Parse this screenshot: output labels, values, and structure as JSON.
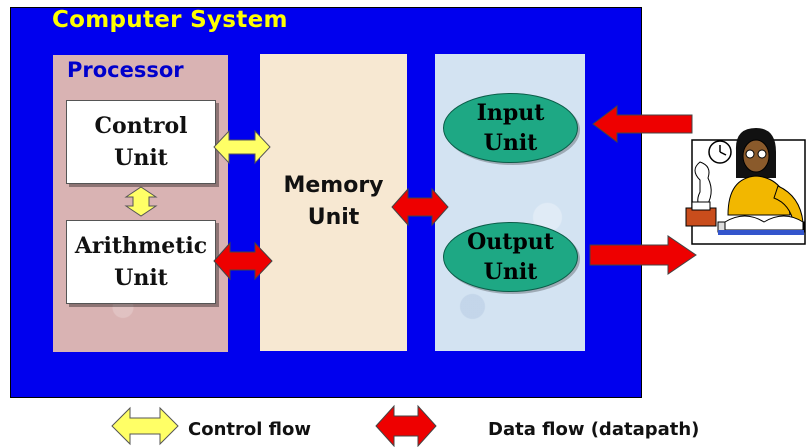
{
  "system": {
    "title": "Computer System"
  },
  "processor": {
    "title": "Processor",
    "control_unit": [
      "Control",
      "Unit"
    ],
    "arithmetic_unit": [
      "Arithmetic",
      "Unit"
    ]
  },
  "memory": {
    "label": [
      "Memory",
      "Unit"
    ]
  },
  "io": {
    "input_unit": [
      "Input",
      "Unit"
    ],
    "output_unit": [
      "Output",
      "Unit"
    ]
  },
  "legend": {
    "control_flow": "Control flow",
    "data_flow": "Data flow (datapath)"
  },
  "colors": {
    "system_bg": "#0000ee",
    "title_text": "#ffff00",
    "control_flow_arrow": "#ffff66",
    "data_flow_arrow": "#ee0000",
    "io_units": "#1ea884"
  },
  "icons": {
    "user": "person-at-desk-icon"
  }
}
